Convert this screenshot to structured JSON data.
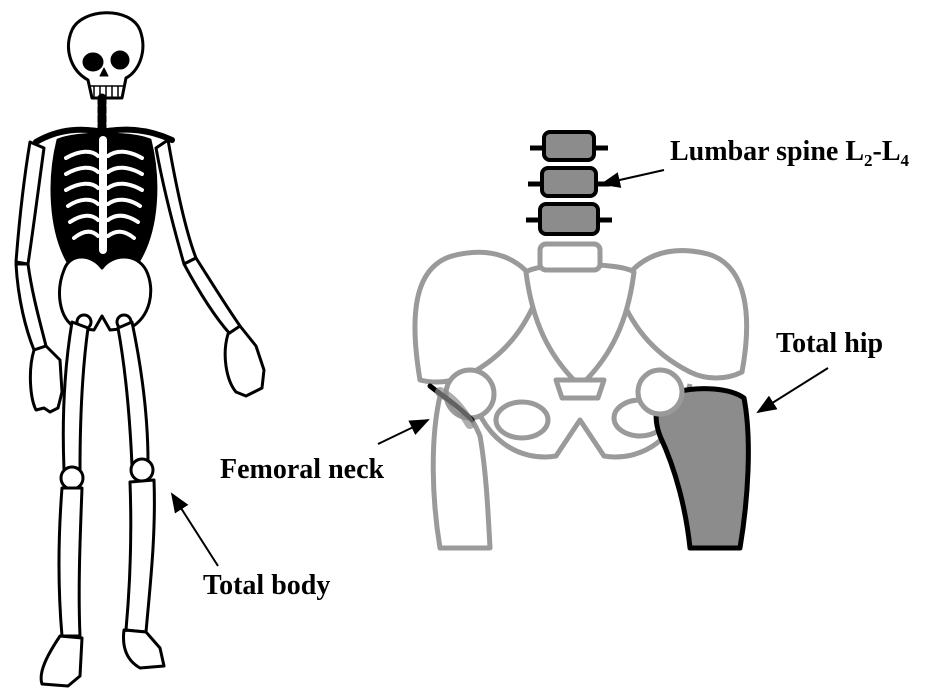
{
  "labels": {
    "lumbar_spine": {
      "text": "Lumbar spine L",
      "sub1": "2",
      "dash": "-L",
      "sub2": "4"
    },
    "total_hip": "Total hip",
    "femoral_neck": "Femoral neck",
    "total_body": "Total body"
  },
  "icons": {
    "skeleton": "full-skeleton-illustration",
    "pelvis": "pelvis-lumbar-illustration"
  },
  "colors": {
    "highlight": "#8c8c8c",
    "pelvis_outline": "#9a9a9a",
    "ink": "#000000"
  }
}
